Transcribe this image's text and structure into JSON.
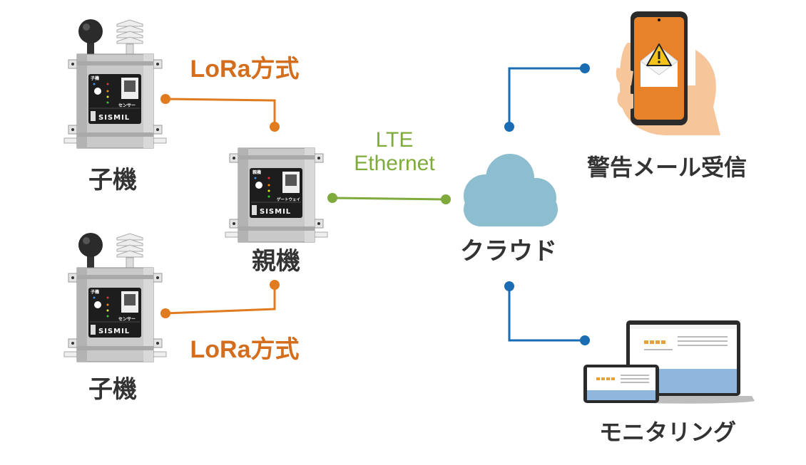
{
  "colors": {
    "lora": "#e07b1f",
    "lora_text": "#d46e1c",
    "lte": "#7eab3c",
    "cloud_link": "#1a6cb3",
    "cloud": "#8dbecf",
    "label": "#333333",
    "phone": "#e8822a",
    "skin": "#f6c59a"
  },
  "child_devices": [
    {
      "label": "子機",
      "panel_title": "子機",
      "sensor_badge": "センサー",
      "brand": "SISMIL"
    },
    {
      "label": "子機",
      "panel_title": "子機",
      "sensor_badge": "センサー",
      "brand": "SISMIL"
    }
  ],
  "parent_device": {
    "label": "親機",
    "panel_title": "親機",
    "gateway_badge": "ゲートウェイ",
    "brand": "SISMIL"
  },
  "links": {
    "lora_top": "LoRa方式",
    "lora_bottom": "LoRa方式",
    "lte_line1": "LTE",
    "lte_line2": "Ethernet"
  },
  "cloud": {
    "label": "クラウド",
    "icon": "cloud-icon"
  },
  "alert": {
    "label": "警告メール受信",
    "icon": "smartphone-warning-mail-icon"
  },
  "monitoring": {
    "label": "モニタリング",
    "icon": "laptop-tablet-dashboard-icon"
  }
}
